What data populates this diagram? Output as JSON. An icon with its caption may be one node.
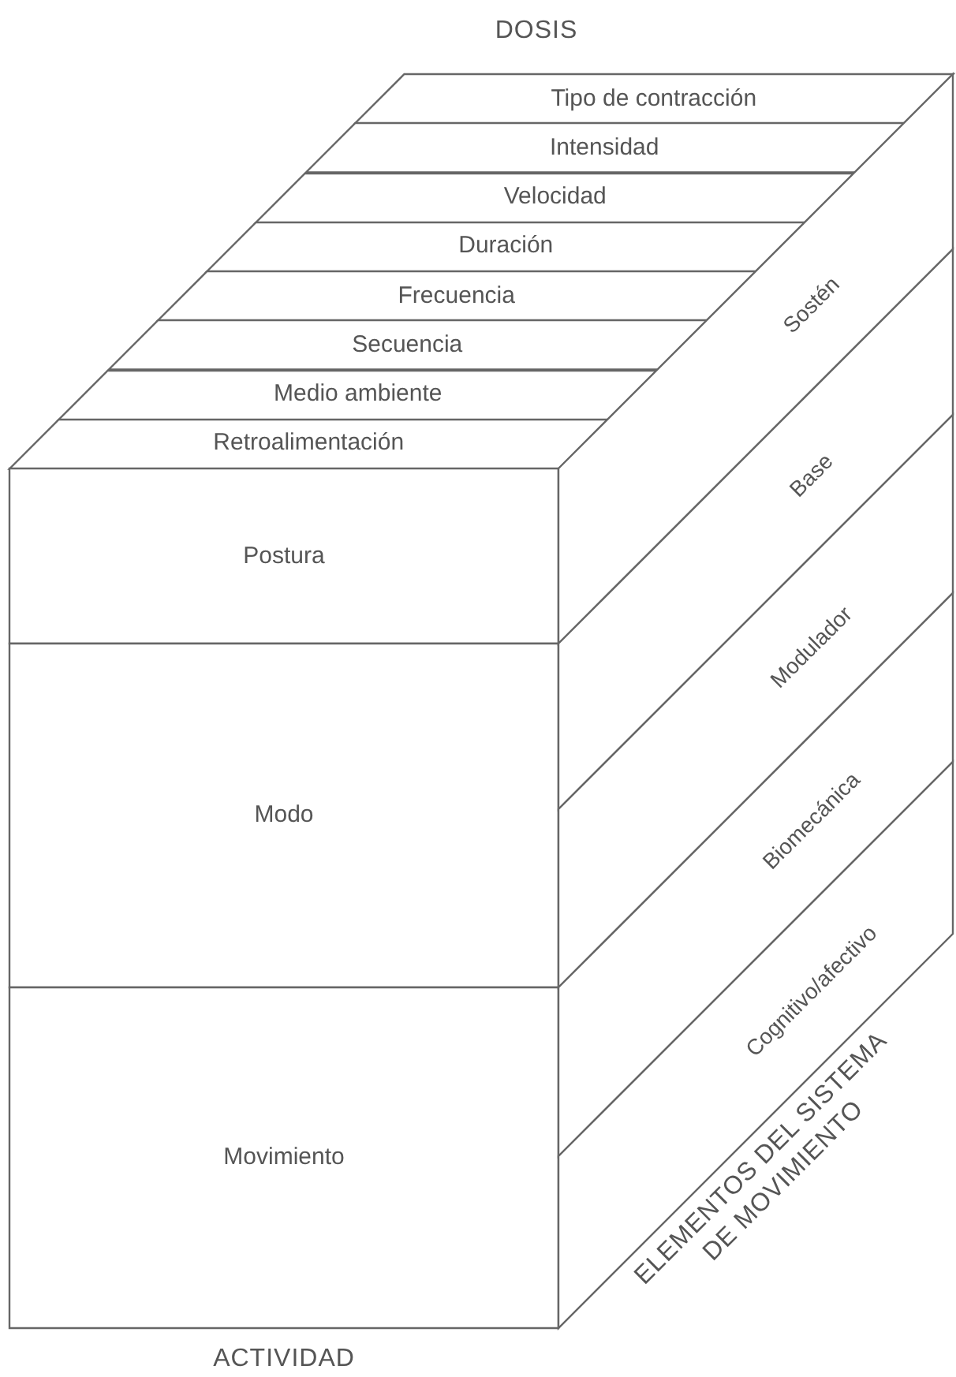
{
  "diagram": {
    "nodes": [
      {
        "text": [
          "Tipo de contracción"
        ]
      },
      {
        "text": [
          "Intensidad"
        ]
      },
      {
        "text": [
          "Velocidad"
        ]
      },
      {
        "text": [
          "Duración"
        ]
      },
      {
        "text": [
          "Frecuencia"
        ]
      },
      {
        "text": [
          "Secuencia"
        ]
      },
      {
        "text": [
          "Medio ambiente"
        ]
      },
      {
        "text": [
          "Retroalimentación"
        ]
      },
      {
        "text": [
          "Postura"
        ]
      },
      {
        "text": [
          "Modo"
        ]
      },
      {
        "text": [
          "Movimiento"
        ]
      },
      {
        "text": [
          "Sostén"
        ]
      },
      {
        "text": [
          "Base"
        ]
      },
      {
        "text": [
          "Modulador"
        ]
      },
      {
        "text": [
          "Biomecánica"
        ]
      },
      {
        "text": [
          "Cognitivo/afectivo"
        ]
      }
    ],
    "labels": [
      "DOSIS",
      "ACTIVIDAD",
      "ELEMENTOS DEL SISTEMA DE MOVIMIENTO"
    ]
  }
}
